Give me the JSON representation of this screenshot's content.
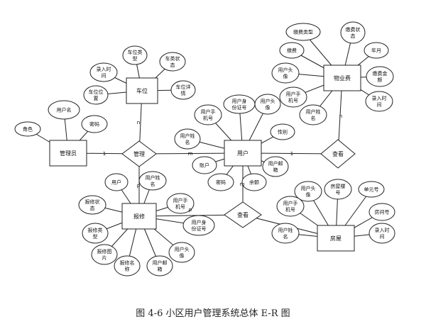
{
  "caption": "图 4-6 小区用户管理系统总体 E-R 图",
  "entities": [
    {
      "id": "admin",
      "label": "管理员"
    },
    {
      "id": "user",
      "label": "用户"
    },
    {
      "id": "parking",
      "label": "车位"
    },
    {
      "id": "fee",
      "label": "物业费"
    },
    {
      "id": "repair",
      "label": "报修"
    },
    {
      "id": "house",
      "label": "房屋"
    }
  ],
  "relationships": [
    {
      "id": "manage",
      "label": "管理"
    },
    {
      "id": "view1",
      "label": "查看"
    },
    {
      "id": "view2",
      "label": "查看"
    }
  ],
  "attributes": [
    {
      "id": "a_role",
      "label": [
        "角色"
      ]
    },
    {
      "id": "a_uname",
      "label": [
        "用户名"
      ]
    },
    {
      "id": "a_pwd",
      "label": [
        "密码"
      ]
    },
    {
      "id": "p_time",
      "label": [
        "录入时",
        "间"
      ]
    },
    {
      "id": "p_type",
      "label": [
        "车位类",
        "型"
      ]
    },
    {
      "id": "p_cat",
      "label": [
        "车类状",
        "态"
      ]
    },
    {
      "id": "p_pos",
      "label": [
        "车位位",
        "置"
      ]
    },
    {
      "id": "p_detail",
      "label": [
        "车位详",
        "情"
      ]
    },
    {
      "id": "f_ftype",
      "label": [
        "缴费类型"
      ]
    },
    {
      "id": "f_status",
      "label": [
        "缴费状",
        "态"
      ]
    },
    {
      "id": "f_fee",
      "label": [
        "缴费"
      ]
    },
    {
      "id": "f_month",
      "label": [
        "年月"
      ]
    },
    {
      "id": "f_avatar",
      "label": [
        "用户头",
        "像"
      ]
    },
    {
      "id": "f_amount",
      "label": [
        "缴费金",
        "额"
      ]
    },
    {
      "id": "f_phone",
      "label": [
        "用户手",
        "机号"
      ]
    },
    {
      "id": "f_time",
      "label": [
        "录入时",
        "间"
      ]
    },
    {
      "id": "f_name",
      "label": [
        "用户姓",
        "名"
      ]
    },
    {
      "id": "u_phone",
      "label": [
        "用户手",
        "机号"
      ]
    },
    {
      "id": "u_idno",
      "label": [
        "用户身",
        "份证号"
      ]
    },
    {
      "id": "u_avatar",
      "label": [
        "用户头",
        "像"
      ]
    },
    {
      "id": "u_gender",
      "label": [
        "性别"
      ]
    },
    {
      "id": "u_name",
      "label": [
        "用户姓",
        "名"
      ]
    },
    {
      "id": "u_acct",
      "label": [
        "账户"
      ]
    },
    {
      "id": "u_email",
      "label": [
        "用户邮",
        "箱"
      ]
    },
    {
      "id": "u_pwd",
      "label": [
        "密码"
      ]
    },
    {
      "id": "u_balance",
      "label": [
        "余额"
      ]
    },
    {
      "id": "r_user",
      "label": [
        "用户"
      ]
    },
    {
      "id": "r_name",
      "label": [
        "用户姓",
        "名"
      ]
    },
    {
      "id": "r_status",
      "label": [
        "报修状",
        "态"
      ]
    },
    {
      "id": "r_phone",
      "label": [
        "用户手",
        "机号"
      ]
    },
    {
      "id": "r_type",
      "label": [
        "报修类",
        "型"
      ]
    },
    {
      "id": "r_idno",
      "label": [
        "用户身",
        "份证号"
      ]
    },
    {
      "id": "r_img",
      "label": [
        "报修图",
        "片"
      ]
    },
    {
      "id": "r_avatar",
      "label": [
        "用户头",
        "像"
      ]
    },
    {
      "id": "r_title",
      "label": [
        "报修名",
        "称"
      ]
    },
    {
      "id": "r_email",
      "label": [
        "用户邮",
        "箱"
      ]
    },
    {
      "id": "h_avatar",
      "label": [
        "用户头",
        "像"
      ]
    },
    {
      "id": "h_bno",
      "label": [
        "房屋楼",
        "号"
      ]
    },
    {
      "id": "h_unit",
      "label": [
        "单元号"
      ]
    },
    {
      "id": "h_phone",
      "label": [
        "用户手",
        "机号"
      ]
    },
    {
      "id": "h_room",
      "label": [
        "房间号"
      ]
    },
    {
      "id": "h_name",
      "label": [
        "用户姓",
        "名"
      ]
    },
    {
      "id": "h_time",
      "label": [
        "录入时",
        "间"
      ]
    }
  ],
  "cardinalities": [
    {
      "id": "c1",
      "label": "1"
    },
    {
      "id": "c2",
      "label": "m"
    },
    {
      "id": "c3",
      "label": "n"
    },
    {
      "id": "c4",
      "label": "1"
    },
    {
      "id": "c5",
      "label": "n"
    },
    {
      "id": "c6",
      "label": "p"
    },
    {
      "id": "c7",
      "label": "m"
    },
    {
      "id": "c8",
      "label": "p"
    }
  ]
}
